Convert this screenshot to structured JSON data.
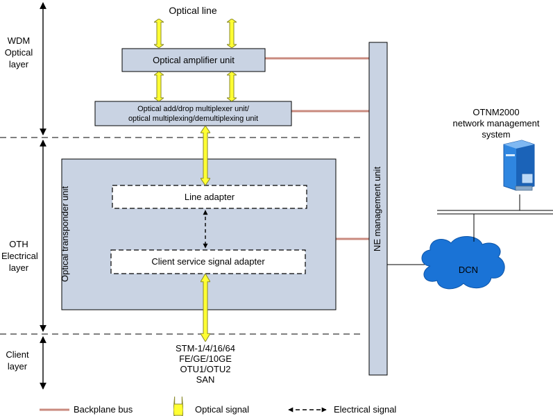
{
  "layers": {
    "wdm": [
      "WDM",
      "Optical",
      "layer"
    ],
    "oth": [
      "OTH",
      "Electrical",
      "layer"
    ],
    "client": [
      "Client",
      "layer"
    ]
  },
  "optical_line": "Optical line",
  "amplifier": "Optical amplifier unit",
  "oadm": [
    "Optical add/drop multiplexer unit/",
    "optical multiplexing/demultiplexing unit"
  ],
  "transponder": "Optical transponder unit",
  "line_adapter": "Line adapter",
  "client_adapter": "Client service signal adapter",
  "ne_management": "NE management unit",
  "client_signals": [
    "STM-1/4/16/64",
    "FE/GE/10GE",
    "OTU1/OTU2",
    "SAN"
  ],
  "otnm": [
    "OTNM2000",
    "network management",
    "system"
  ],
  "dcn": "DCN",
  "legend": {
    "backplane": "Backplane bus",
    "optical": "Optical signal",
    "electrical": "Electrical signal"
  },
  "colors": {
    "box_fill": "#c9d3e3",
    "backplane": "#c98a7e",
    "optical_arrow": "#ffff33",
    "dcn_cloud": "#1a73d6"
  }
}
